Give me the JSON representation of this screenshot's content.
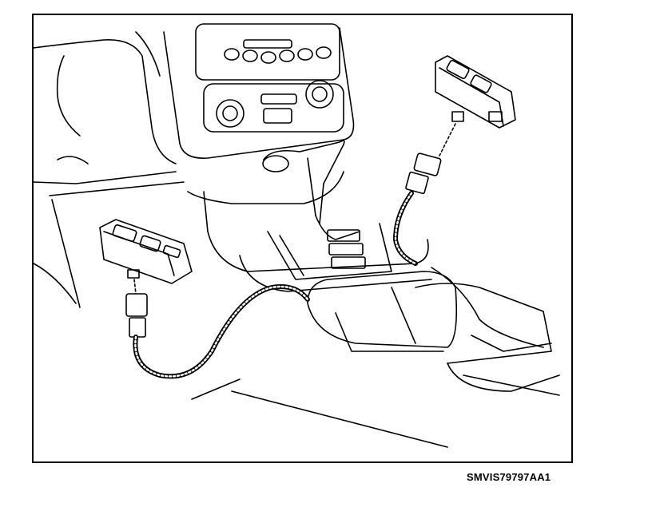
{
  "figure": {
    "code": "SMVIS79797AA1"
  },
  "colors": {
    "ink": "#000000",
    "paper": "#ffffff"
  },
  "parts": [
    "center-console",
    "gear-shifter",
    "climate-control-panel",
    "left-power-window-switch",
    "right-power-window-switch",
    "switch-wiring-harness-left",
    "switch-wiring-harness-right"
  ]
}
